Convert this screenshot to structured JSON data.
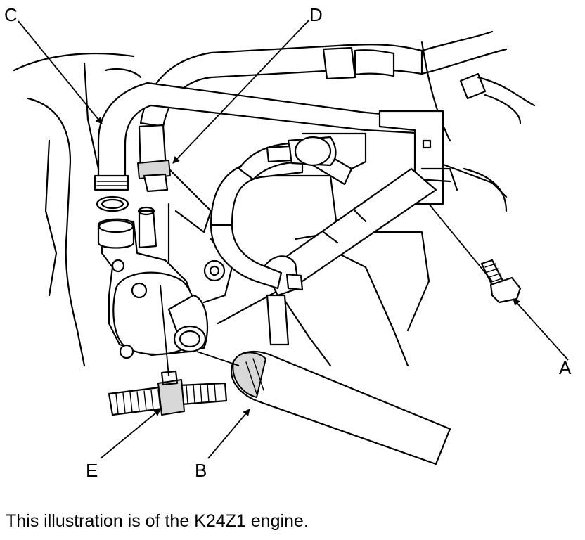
{
  "callouts": {
    "a": "A",
    "b": "B",
    "c": "C",
    "d": "D",
    "e": "E"
  },
  "caption": "This illustration is of the K24Z1 engine.",
  "icons": [
    "hose-clamp-icon",
    "bolt-icon",
    "o-ring-icon",
    "water-pump-icon"
  ]
}
